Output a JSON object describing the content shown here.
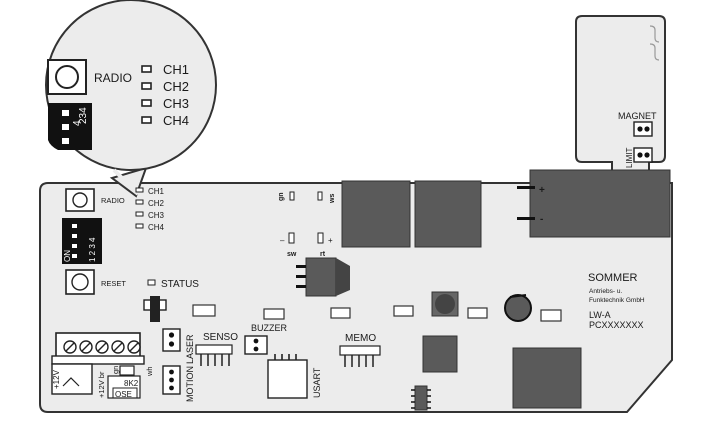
{
  "zoom": {
    "radio": "RADIO",
    "ch1": "CH1",
    "ch2": "CH2",
    "ch3": "CH3",
    "ch4": "CH4",
    "dip": "234"
  },
  "board": {
    "radio": "RADIO",
    "ch1": "CH1",
    "ch2": "CH2",
    "ch3": "CH3",
    "ch4": "CH4",
    "on": "ON",
    "dip_nums": "1 2 3 4",
    "reset": "RESET",
    "status": "STATUS",
    "gn": "gn",
    "ws": "ws",
    "minus": "–",
    "plus": "+",
    "sw": "sw",
    "rt": "rt",
    "motor_plus": "+",
    "motor_minus": "-",
    "magnet": "MAGNET",
    "limit": "LIMIT",
    "brand": "SOMMER",
    "brand_sub1": "Antriebs- u.",
    "brand_sub2": "Funktechnik GmbH",
    "model": "LW-A",
    "serial": "PCXXXXXXX",
    "senso": "SENSO",
    "buzzer": "BUZZER",
    "memo": "MEMO",
    "usart": "USART",
    "laser": "LASER",
    "motion": "MOTION",
    "v12": "+12V",
    "v12br": "+12V br",
    "gn2": "gn",
    "wh": "wh",
    "r8k2": "8K2",
    "ose": "OSE"
  }
}
